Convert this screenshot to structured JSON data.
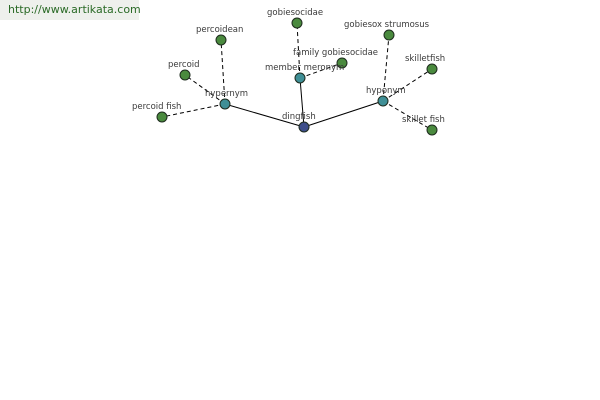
{
  "watermark": {
    "text": "http://www.artikata.com"
  },
  "colors": {
    "root": "#3d4e8a",
    "relation": "#3f8f96",
    "leaf": "#4a8a3e",
    "edge": "#000000"
  },
  "graph": {
    "root": {
      "id": "dingfish",
      "label": "dingfish"
    },
    "relations": [
      {
        "id": "hypernym",
        "label": "hypernym"
      },
      {
        "id": "member-meronym",
        "label": "member meronym"
      },
      {
        "id": "hyponym",
        "label": "hyponym"
      }
    ],
    "leaves": [
      {
        "id": "percoidean",
        "label": "percoidean",
        "parent": "hypernym"
      },
      {
        "id": "percoid",
        "label": "percoid",
        "parent": "hypernym"
      },
      {
        "id": "percoid-fish",
        "label": "percoid fish",
        "parent": "hypernym"
      },
      {
        "id": "gobiesocidae",
        "label": "gobiesocidae",
        "parent": "member-meronym"
      },
      {
        "id": "family-gobiesocidae",
        "label": "family gobiesocidae",
        "parent": "member-meronym"
      },
      {
        "id": "gobiesox-strumosus",
        "label": "gobiesox strumosus",
        "parent": "hyponym"
      },
      {
        "id": "skilletfish",
        "label": "skilletfish",
        "parent": "hyponym"
      },
      {
        "id": "skillet-fish",
        "label": "skillet fish",
        "parent": "hyponym"
      }
    ]
  }
}
